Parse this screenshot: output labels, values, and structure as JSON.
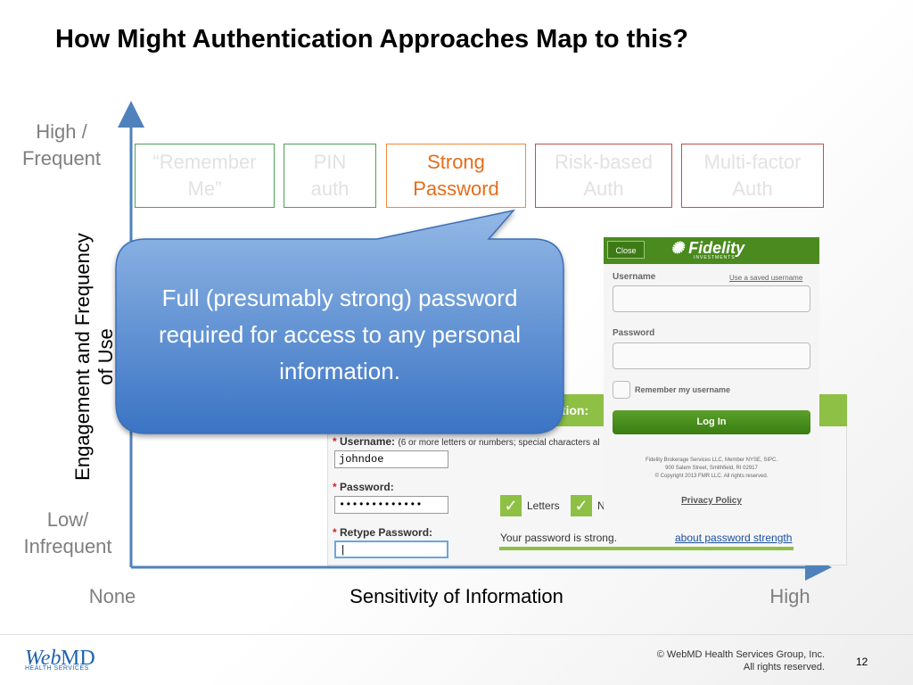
{
  "slide": {
    "title": "How Might Authentication Approaches Map to this?",
    "page_number": "12"
  },
  "axes": {
    "y_high": "High /\nFrequent",
    "y_low": "Low/\nInfrequent",
    "y_label_line1": "Engagement and Frequency",
    "y_label_line2": "of Use",
    "x_low": "None",
    "x_label": "Sensitivity of Information",
    "x_high": "High"
  },
  "boxes": [
    {
      "label": "“Remember\nMe”"
    },
    {
      "label": "PIN\nauth"
    },
    {
      "label": "Strong\nPassword"
    },
    {
      "label": "Risk-based\nAuth"
    },
    {
      "label": "Multi-factor\nAuth"
    }
  ],
  "callout": {
    "text": "Full (presumably strong) password required for access to any personal information."
  },
  "registration": {
    "header_fragment": "ation:",
    "username_label": "Username:",
    "username_hint": "(6 or more letters or numbers; special characters al",
    "username_value": "johndoe",
    "password_label": "Password:",
    "password_value": "•••••••••••••",
    "retype_label": "Retype Password:",
    "retype_value": "|",
    "check_letters": "Letters",
    "check_fragment": "N",
    "strength_text": "Your password is strong.",
    "strength_link": "about password strength"
  },
  "fidelity": {
    "close_label": "Close",
    "logo_text": "Fidelity",
    "logo_sub": "INVESTMENTS",
    "username_label": "Username",
    "saved_link": "Use a saved username",
    "password_label": "Password",
    "remember_label": "Remember my username",
    "login_button": "Log In",
    "footer_line1": "Fidelity Brokerage Services LLC, Member NYSE, SIPC.",
    "footer_line2": "900 Salem Street, Smithfield, RI 02917",
    "footer_line3": "© Copyright 2013 FMR LLC. All rights reserved.",
    "privacy_link": "Privacy Policy"
  },
  "footer": {
    "copyright_line1": "© WebMD Health Services Group, Inc.",
    "copyright_line2": "All rights reserved.",
    "logo_web": "Web",
    "logo_md": "MD",
    "logo_sub": "HEALTH SERVICES"
  },
  "colors": {
    "axis": "#4f81bd",
    "box_green": "#4aa05a",
    "box_orange": "#f08a3a",
    "box_red": "#c0504d",
    "callout_top": "#8db4e2",
    "callout_bottom": "#3a74c4"
  }
}
